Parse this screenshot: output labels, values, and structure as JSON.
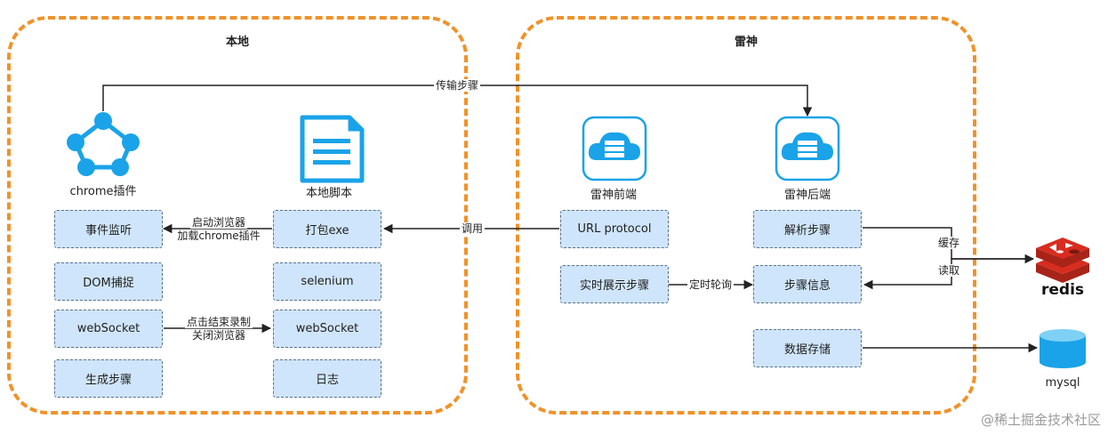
{
  "groups": {
    "local_title": "本地",
    "leishen_title": "雷神"
  },
  "nodes": {
    "chrome_plugin": "chrome插件",
    "local_script": "本地脚本",
    "frontend": "雷神前端",
    "backend": "雷神后端",
    "redis": "redis",
    "mysql": "mysql"
  },
  "boxes": {
    "event_listen": "事件监听",
    "dom_capture": "DOM捕捉",
    "websocket_left": "webSocket",
    "gen_steps": "生成步骤",
    "pack_exe": "打包exe",
    "selenium": "selenium",
    "websocket_right": "webSocket",
    "log": "日志",
    "url_protocol": "URL protocol",
    "realtime_steps": "实时展示步骤",
    "parse_steps": "解析步骤",
    "step_info": "步骤信息",
    "data_store": "数据存储"
  },
  "edges": {
    "transfer_steps": "传输步骤",
    "launch_line1": "启动浏览器",
    "launch_line2": "加载chrome插件",
    "call": "调用",
    "click_line1": "点击结束录制",
    "click_line2": "关闭浏览器",
    "poll": "定时轮询",
    "cache": "缓存",
    "read": "读取"
  },
  "watermark": "@稀土掘金技术社区",
  "colors": {
    "frame": "#f0922a",
    "box_fill": "#cfe5fb",
    "icon_blue": "#1aa3e8",
    "redis_red": "#d82c20",
    "mysql_blue": "#1aa3e8"
  }
}
